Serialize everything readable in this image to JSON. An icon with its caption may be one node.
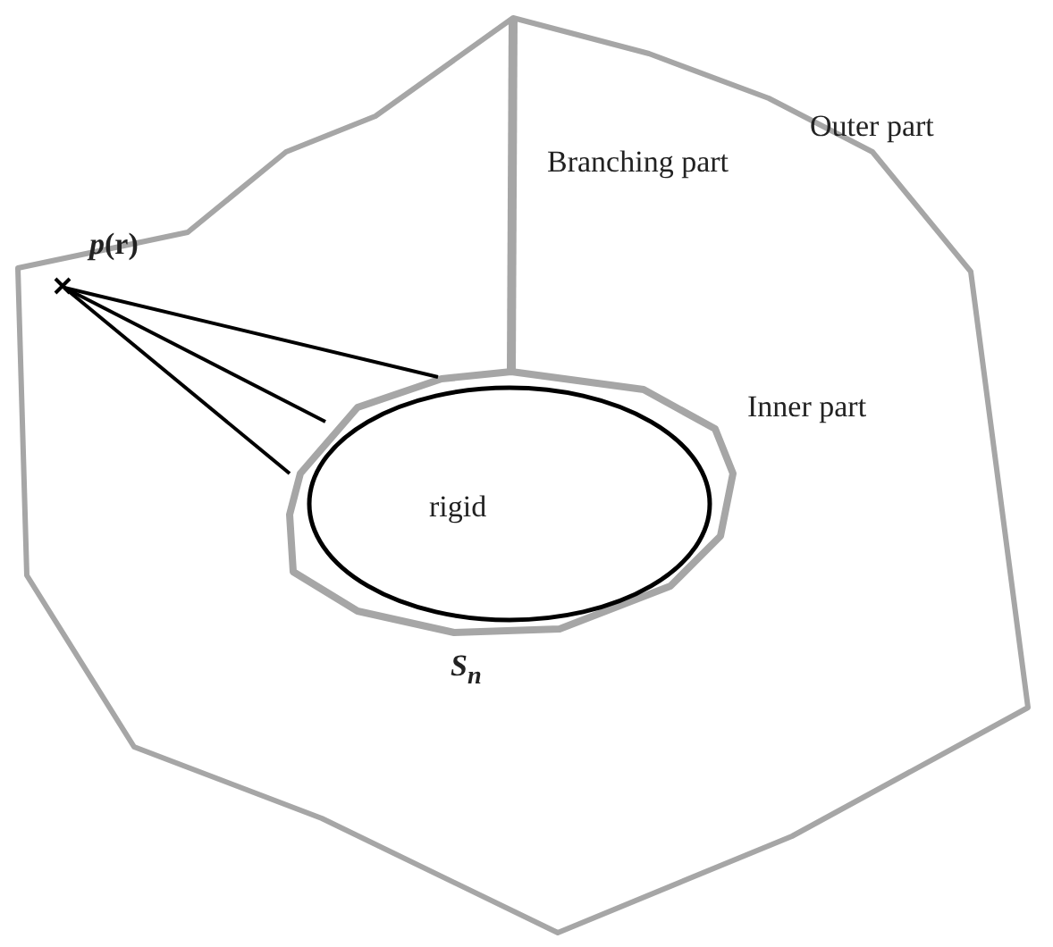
{
  "diagram": {
    "nodes": [
      {
        "text": [
          "Outer part"
        ]
      },
      {
        "text": [
          "Inner part"
        ],
        "in": 0,
        "beside": [
          "S$_{n}$"
        ]
      },
      {
        "text": [
          "rigid"
        ],
        "in": 1
      },
      {
        "text": [
          "*p*(r)"
        ],
        "in": 0
      }
    ],
    "edges": [
      {
        "from": 3,
        "to": 1,
        "arrow": "none"
      },
      {
        "from": 3,
        "to": 1,
        "arrow": "none"
      },
      {
        "from": 3,
        "to": 1,
        "arrow": "none"
      },
      {
        "from": 0,
        "to": 1,
        "arrow": "none",
        "label": "Branching part",
        "style": "thick",
        "color": "#a6a6a6"
      }
    ]
  }
}
